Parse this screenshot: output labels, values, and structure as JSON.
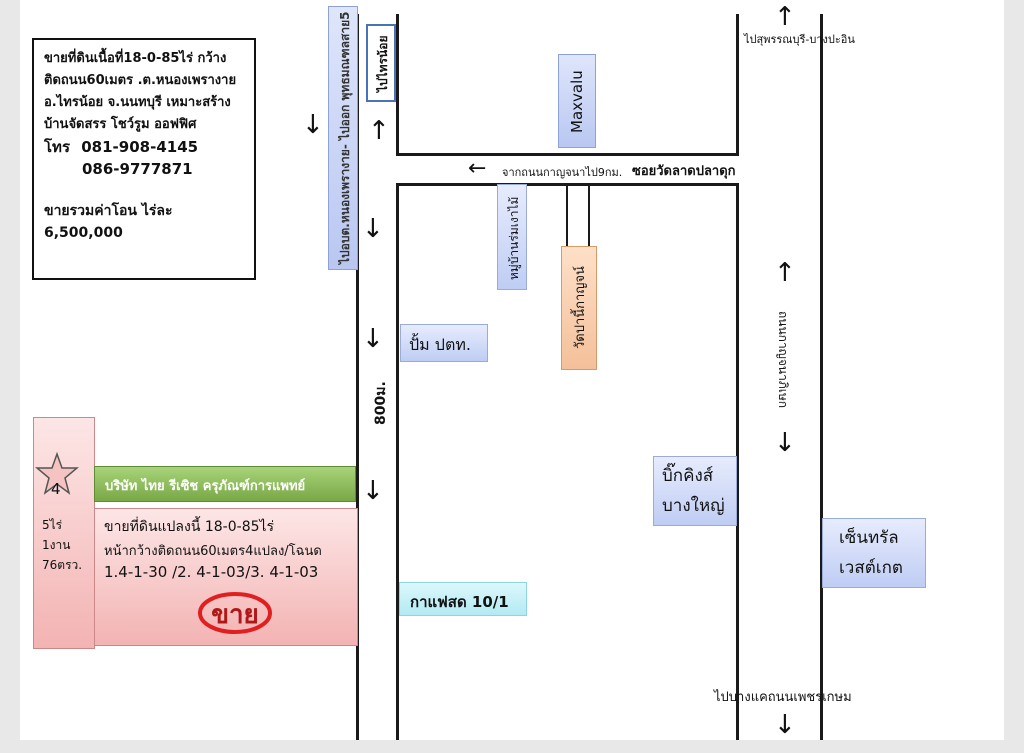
{
  "info_box": {
    "line1": "ขายที่ดินเนื้อที่18-0-85ไร่ กว้าง",
    "line2": "ติดถนน60เมตร .ต.หนองเพรางาย",
    "line3": "อ.ไทรน้อย จ.นนทบุรี เหมาะสร้าง",
    "line4": "บ้านจัดสรร โชว์รูม ออฟฟิศ",
    "phone_label": "โทร",
    "phone1": "081-908-4145",
    "phone2": "086-9777871",
    "price_line": "ขายรวมค่าโอน ไร่ละ 6,500,000"
  },
  "labels": {
    "road_left_vertical": "ไปอบต.หนองเพรางาย- ไปออก พุทธมณฑลสาย5",
    "to_sainoi": "ไปไทรน้อย",
    "maxvalu": "Maxvalu",
    "to_suphan": "ไปสุพรรณบุรี-บางปะอิน",
    "from_kanchana": "จากถนนกาญจนาไป9กม.",
    "soi_wat": "ซอยวัดลาดปลาดุก",
    "village": "หมู่บ้านร่มเงาไม้",
    "temple": "วัดปานี้กาญจน์",
    "gas_station": "ปั้ม ปตท.",
    "distance": "800ม.",
    "kanchana_road": "ถนนกาญจนาภิเษก",
    "bigc": "บิ๊กคิงส์ บางใหญ่",
    "central": "เซ็นทรัล เวสต์เกต",
    "cafe": "กาแฟสด 10/1",
    "to_bangkhae": "ไปบางแคถนนเพชรเกษม",
    "company": "บริษัท ไทย รีเซิช ครุภัณฑ์การแพทย์",
    "plot_number": "4",
    "plot_area1": "5ไร่",
    "plot_area2": "1งาน",
    "plot_area3": "76ตรว.",
    "sale_line1": "ขายที่ดินแปลงนี้ 18-0-85ไร่",
    "sale_line2": "หน้ากว้างติดถนน60เมตร4แปลง/โฉนด",
    "sale_line3": "1.4-1-30 /2. 4-1-03/3. 4-1-03",
    "sale_word": "ขาย"
  },
  "colors": {
    "road": "#1a1a1a",
    "blue_box": "#c3cff4",
    "orange_box": "#f8cfae",
    "cyan_box": "#bff0f7",
    "green_bar": "#8dbd5a",
    "pink_plot": "#f6c3c3",
    "red_circle": "#e02020"
  },
  "icons": {
    "arrow": "arrow-icon",
    "star": "star-icon"
  }
}
